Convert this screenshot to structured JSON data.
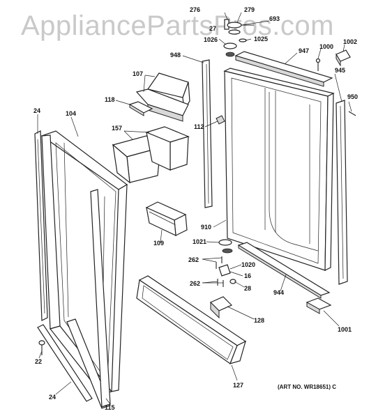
{
  "watermark": "AppliancePartsPros.com",
  "art_number": "(ART NO. WR18651) C",
  "labels": {
    "p276": "276",
    "p279": "279",
    "p693": "693",
    "p27": "27",
    "p1026": "1026",
    "p1025": "1025",
    "p948": "948",
    "p947": "947",
    "p1000": "1000",
    "p1002": "1002",
    "p945": "945",
    "p107": "107",
    "p118": "118",
    "p950": "950",
    "p24a": "24",
    "p104": "104",
    "p112": "112",
    "p157": "157",
    "p910": "910",
    "p109": "109",
    "p1021": "1021",
    "p262a": "262",
    "p1020": "1020",
    "p16": "16",
    "p262b": "262",
    "p28": "28",
    "p944": "944",
    "p128": "128",
    "p1001": "1001",
    "p22": "22",
    "p24b": "24",
    "p115": "115",
    "p127": "127"
  }
}
